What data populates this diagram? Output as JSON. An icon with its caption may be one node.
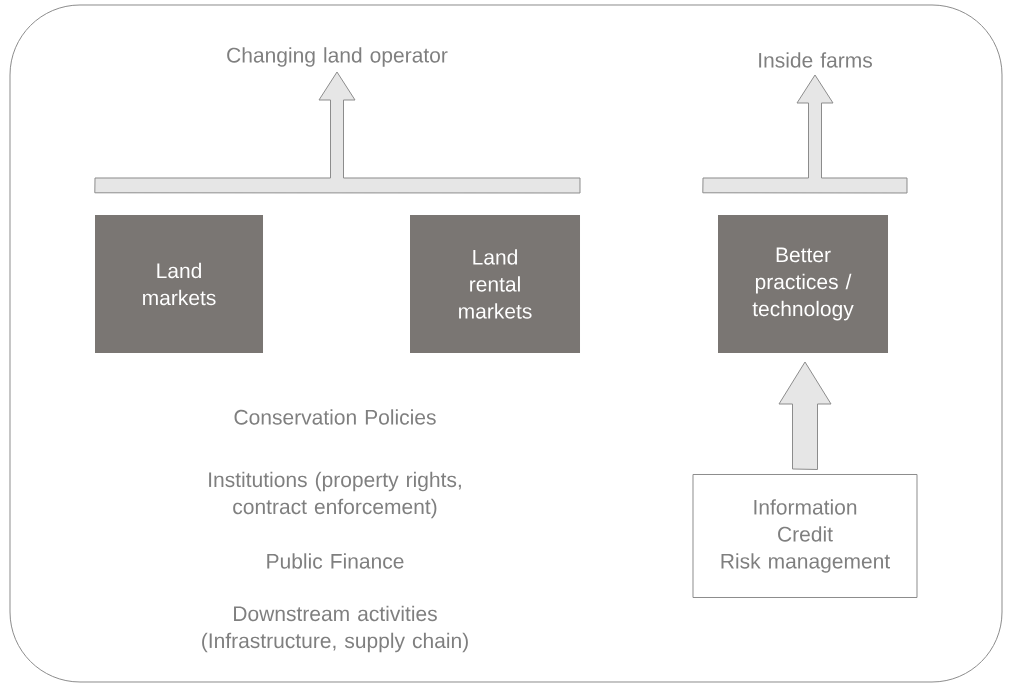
{
  "diagram": {
    "nodes": [
      {
        "text": [
          "Changing land operator"
        ]
      },
      {
        "text": [
          "Inside farms"
        ]
      },
      {
        "text": [
          "Land markets"
        ]
      },
      {
        "text": [
          "Land rental markets"
        ]
      },
      {
        "text": [
          "Better practices / technology"
        ]
      },
      {
        "text": [
          "Information",
          "Credit",
          "Risk management"
        ]
      }
    ],
    "edges": [
      {
        "from": 2,
        "to": 0,
        "arrow": "to"
      },
      {
        "from": 3,
        "to": 0,
        "arrow": "to"
      },
      {
        "from": 4,
        "to": 1,
        "arrow": "to"
      },
      {
        "from": 5,
        "to": 4,
        "arrow": "to"
      }
    ],
    "labels": [
      "Conservation Policies",
      "Institutions (property rights, contract enforcement)",
      "Public Finance",
      "Downstream activities (Infrastructure, supply chain)"
    ]
  }
}
